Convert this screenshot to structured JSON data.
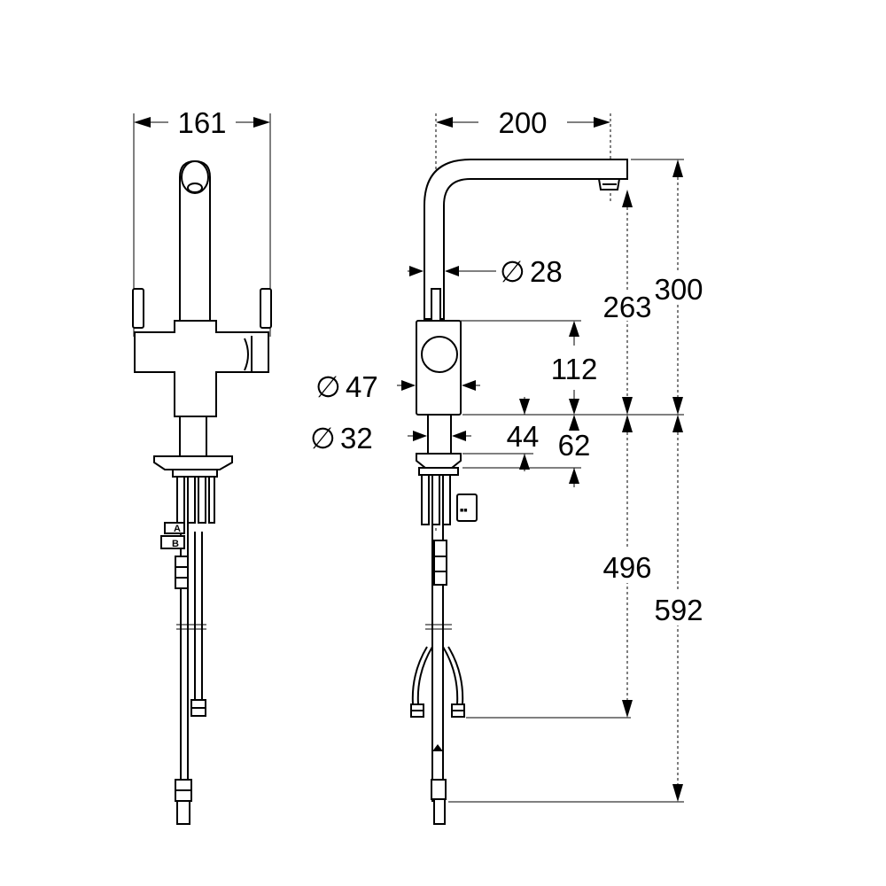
{
  "front_view": {
    "width_label": "161",
    "hose_tags": [
      "A",
      "B"
    ]
  },
  "side_view": {
    "reach_label": "200",
    "spout_diameter": "28",
    "body_diameter": "47",
    "shank_diameter": "32",
    "diameter_symbol": "∅",
    "spout_height": "263",
    "total_height": "300",
    "body_height": "112",
    "dim_44": "44",
    "dim_62": "62",
    "hose_length_496": "496",
    "hose_length_592": "592"
  }
}
